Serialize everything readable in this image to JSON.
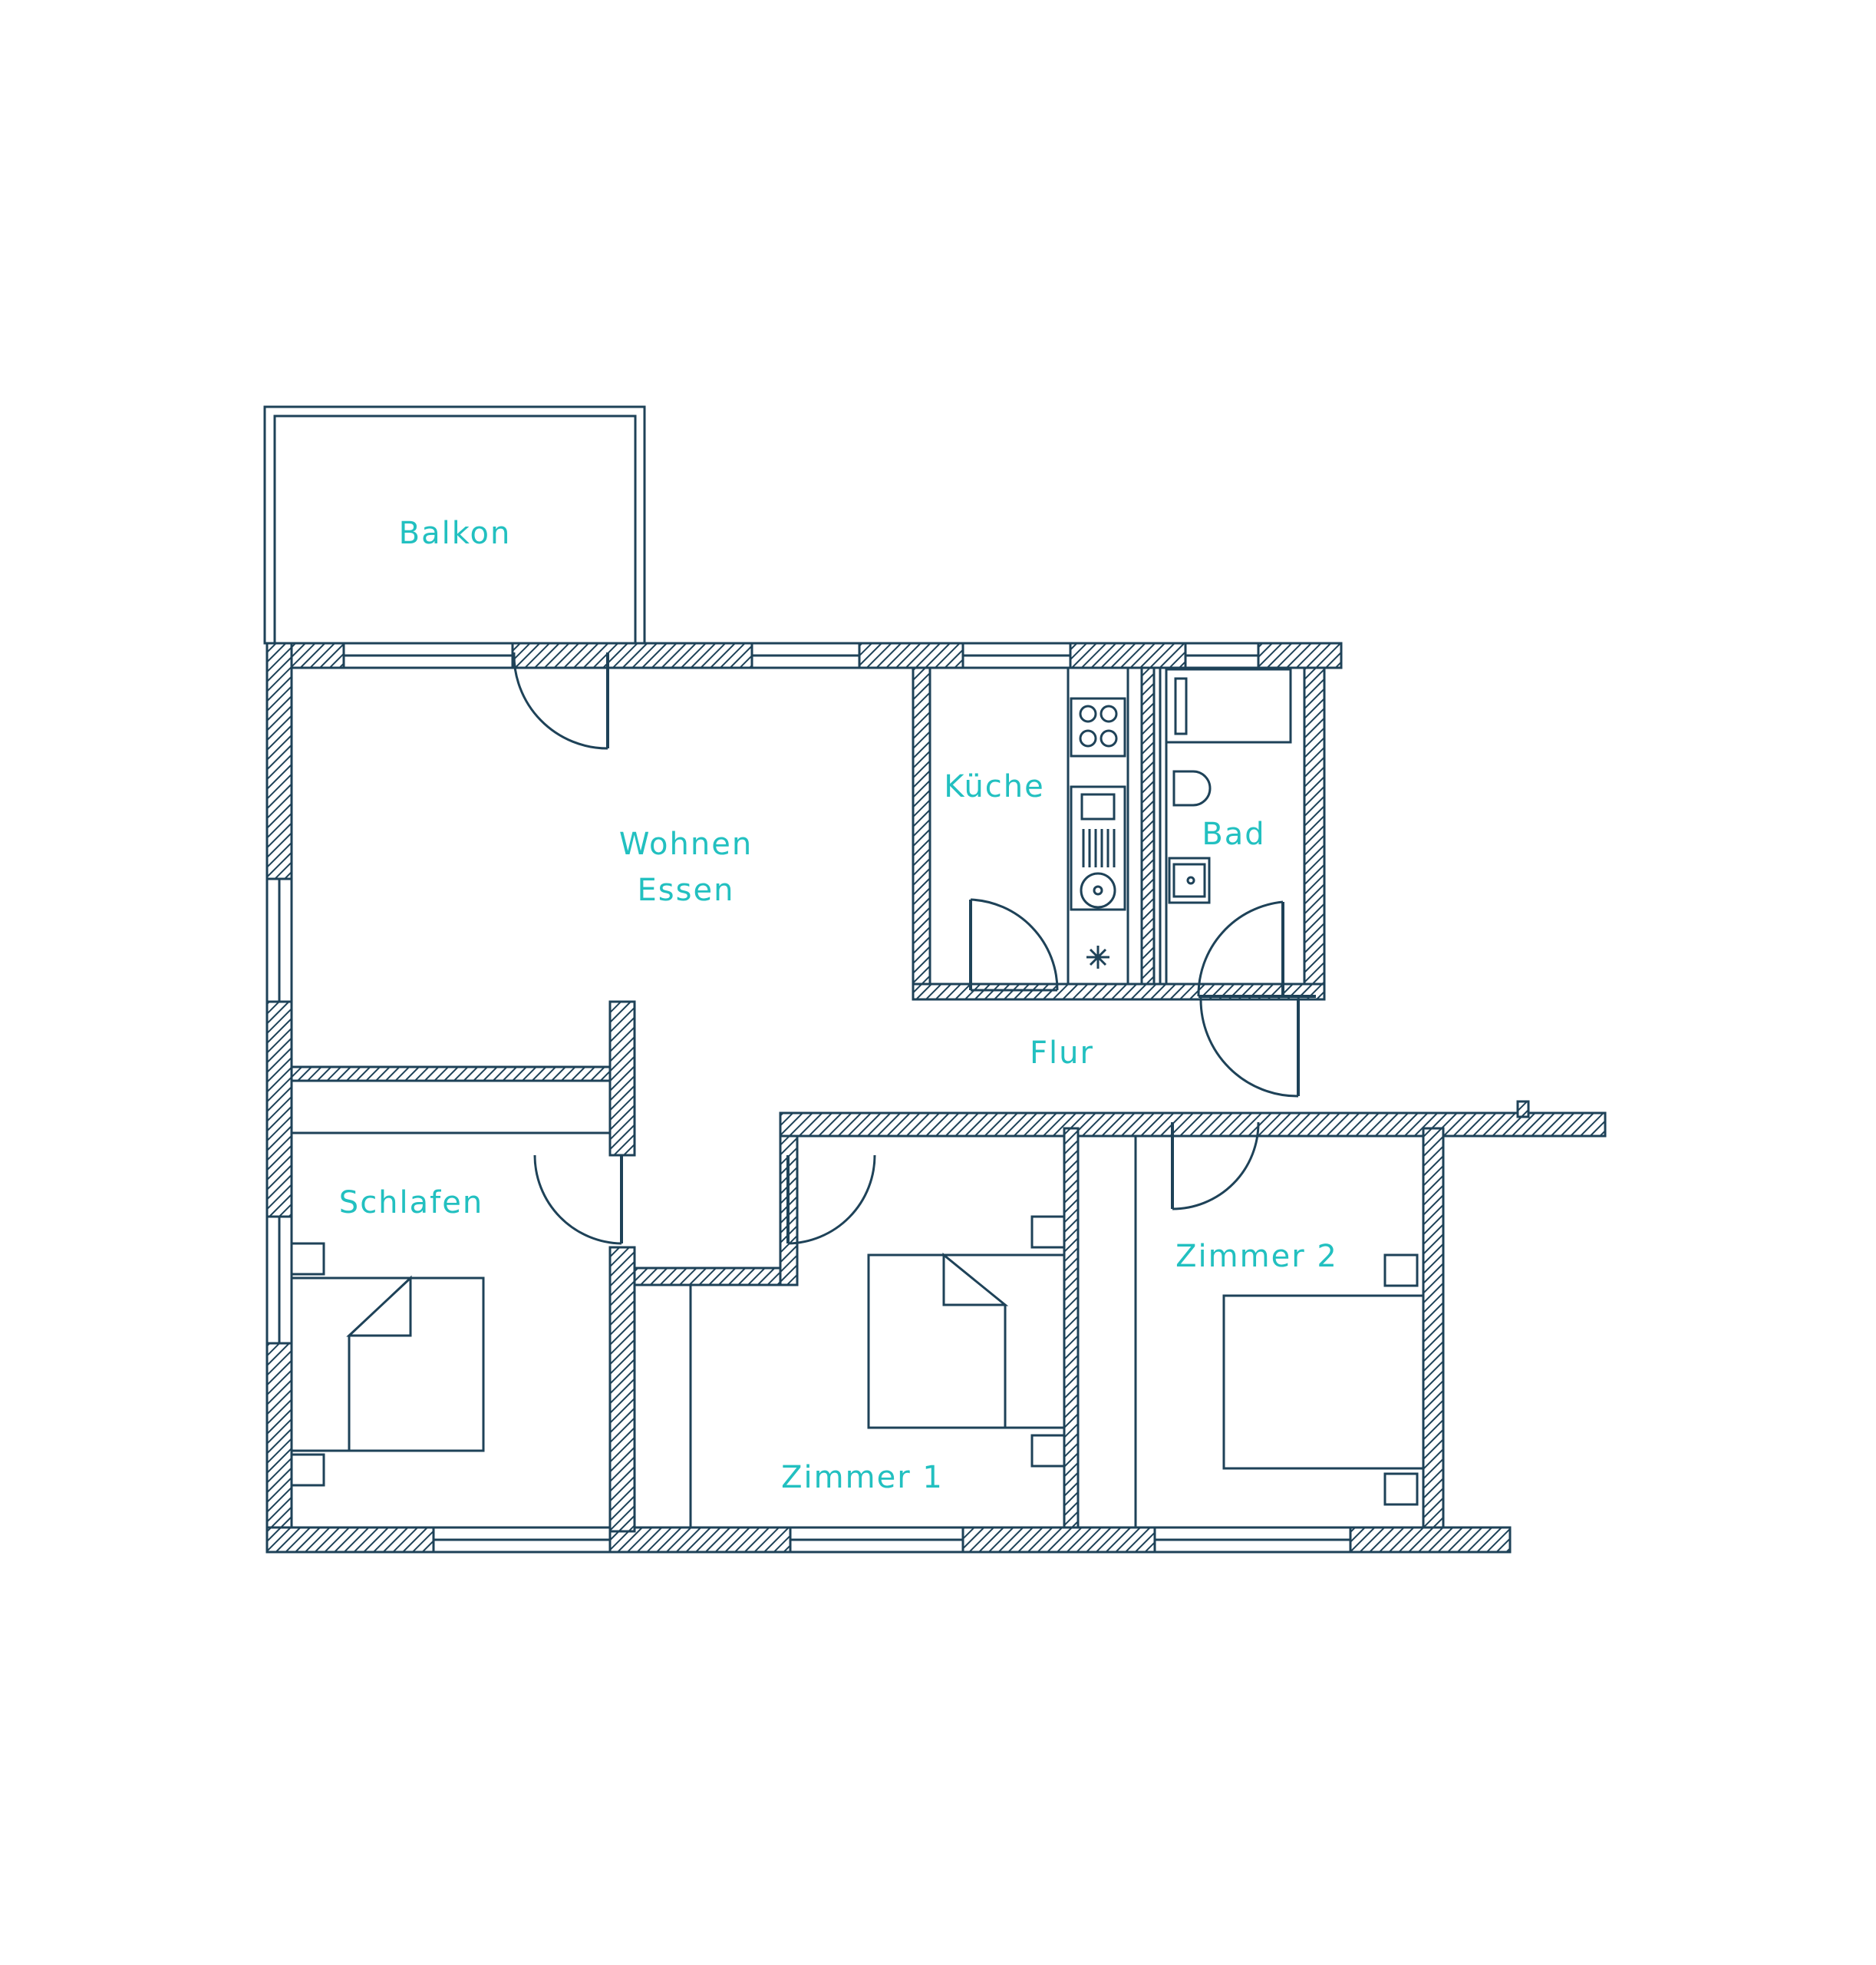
{
  "colors": {
    "line": "#1e4258",
    "accent": "#22c0c0",
    "background": "#ffffff"
  },
  "rooms": {
    "balkon": "Balkon",
    "wohnen": "Wohnen",
    "essen": "Essen",
    "kueche": "Küche",
    "bad": "Bad",
    "flur": "Flur",
    "schlafen": "Schlafen",
    "zimmer1": "Zimmer 1",
    "zimmer2": "Zimmer 2"
  },
  "icons": {
    "beds": [
      "bed-icon",
      "bed-icon",
      "bed-icon"
    ],
    "kitchen": [
      "stove-icon",
      "sink-icon",
      "washing-machine-icon"
    ],
    "bath": [
      "bathtub-icon",
      "toilet-icon",
      "washbasin-icon"
    ]
  }
}
